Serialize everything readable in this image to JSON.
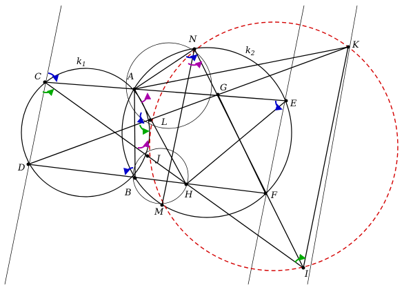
{
  "points": {
    "A": "A",
    "B": "B",
    "C": "C",
    "D": "D",
    "E": "E",
    "F": "F",
    "G": "G",
    "H": "H",
    "I": "I",
    "J": "J",
    "K": "K",
    "L": "L",
    "M": "M",
    "N": "N"
  },
  "circles": {
    "k1": "k",
    "k1_sub": "1",
    "k2": "k",
    "k2_sub": "2"
  },
  "colors": {
    "lines": "#000000",
    "dashed_circle": "#d40000",
    "angle_blue": "#0000cc",
    "angle_green": "#00aa00",
    "angle_magenta": "#aa00aa"
  },
  "icons": {
    "angle_mark": "curved-arrow"
  }
}
